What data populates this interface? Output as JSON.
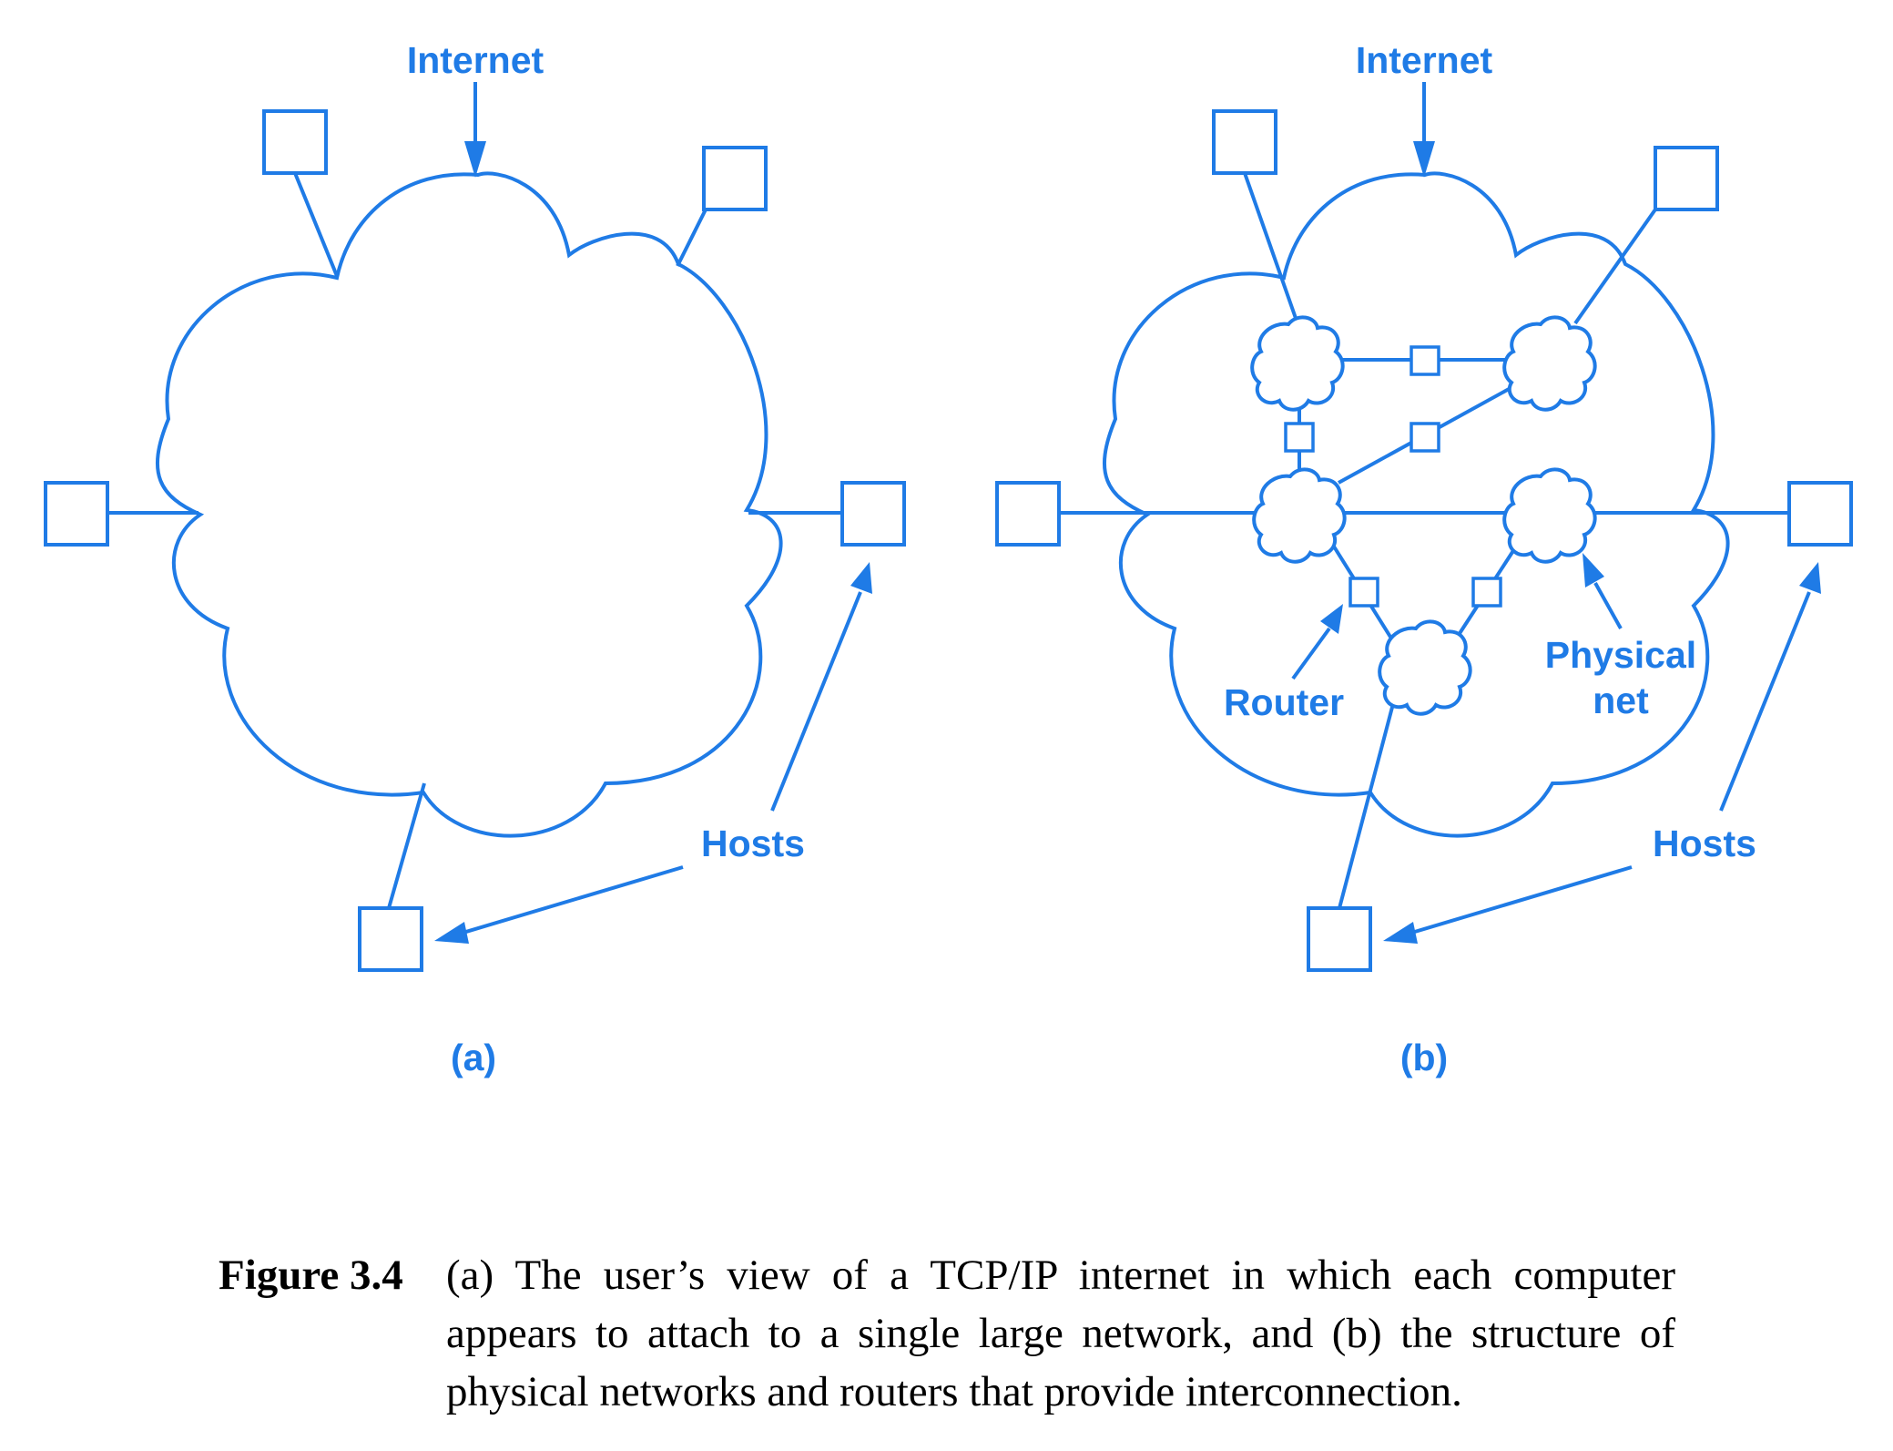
{
  "figure": {
    "panel_a": {
      "internet_label": "Internet",
      "hosts_label": "Hosts",
      "panel_label": "(a)"
    },
    "panel_b": {
      "internet_label": "Internet",
      "hosts_label": "Hosts",
      "router_label": "Router",
      "physical_net_label_line1": "Physical",
      "physical_net_label_line2": "net",
      "panel_label": "(b)"
    },
    "caption": {
      "number": "Figure 3.4",
      "text": "(a) The user’s view of a TCP/IP internet in which each computer appears to attach to a single large network, and (b) the structure of physical networks and routers that provide interconnection."
    }
  },
  "colors": {
    "diagram_blue": "#1f7be6",
    "caption_text": "#000000",
    "background": "#ffffff"
  }
}
